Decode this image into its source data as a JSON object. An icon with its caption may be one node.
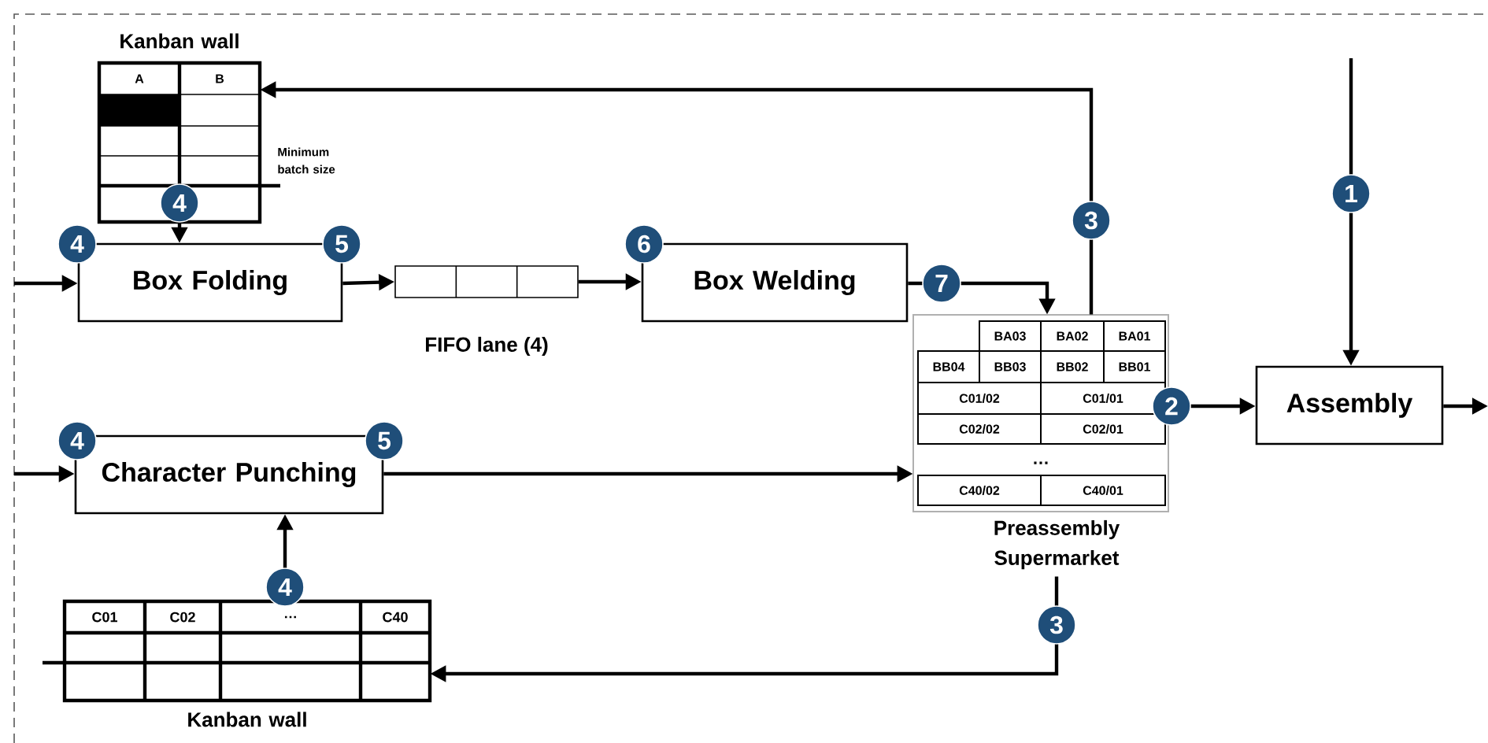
{
  "diagram": {
    "nodes": [
      {
        "text": [
          "Kanban wall",
          "A",
          "B"
        ],
        "beside": [
          "Minimum batch size"
        ]
      },
      {
        "text": [
          "Box Folding"
        ]
      },
      {
        "text": [],
        "shape": "box",
        "beside": [
          "FIFO lane (4)"
        ]
      },
      {
        "text": [
          "Box Welding"
        ]
      },
      {
        "text": [
          "BA03",
          "BA02",
          "BA01",
          "BB04",
          "BB03",
          "BB02",
          "BB01",
          "C01/02",
          "C01/01",
          "C02/02",
          "C02/01",
          "…",
          "C40/02",
          "C40/01",
          "Preassembly Supermarket"
        ]
      },
      {
        "text": [
          "Assembly"
        ]
      },
      {
        "text": [
          "Character Punching"
        ]
      },
      {
        "text": [
          "C01",
          "C02",
          "…",
          "C40",
          "Kanban wall"
        ]
      }
    ],
    "edges": [
      {
        "from": null,
        "to": 1,
        "arrow": "to"
      },
      {
        "from": 1,
        "to": 2,
        "arrow": "to"
      },
      {
        "from": 2,
        "to": 3,
        "arrow": "to"
      },
      {
        "from": 3,
        "to": 4,
        "arrow": "to",
        "label": "7"
      },
      {
        "from": 4,
        "to": 0,
        "arrow": "to",
        "label": "3"
      },
      {
        "from": 0,
        "to": 1,
        "arrow": "to",
        "label": "4"
      },
      {
        "from": null,
        "to": 5,
        "arrow": "to",
        "label": "1"
      },
      {
        "from": 4,
        "to": 5,
        "arrow": "to",
        "label": "2"
      },
      {
        "from": 5,
        "to": null,
        "arrow": "to"
      },
      {
        "from": null,
        "to": 6,
        "arrow": "to"
      },
      {
        "from": 6,
        "to": 4,
        "arrow": "to"
      },
      {
        "from": 4,
        "to": 7,
        "arrow": "to",
        "label": "3"
      },
      {
        "from": 7,
        "to": 6,
        "arrow": "to",
        "label": "4"
      }
    ],
    "labels": [
      "4",
      "5",
      "6",
      "4",
      "5"
    ]
  }
}
